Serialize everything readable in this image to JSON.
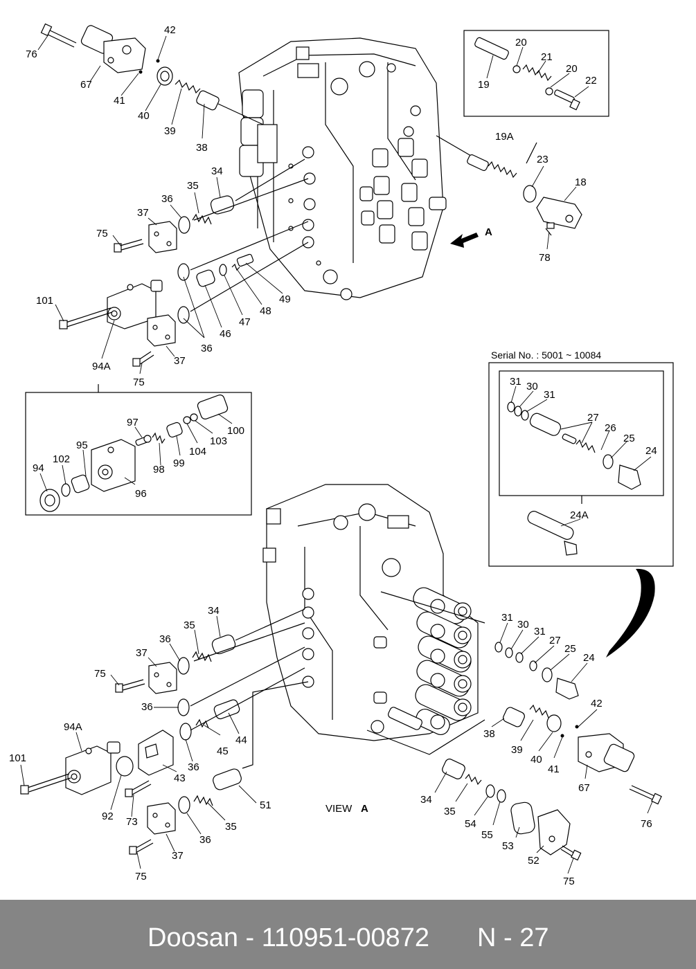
{
  "view_label": "VIEW",
  "view_letter": "A",
  "arrow_letter": "A",
  "serial_note": "Serial No. : 5001 ~ 10084",
  "footer": {
    "part_text": "Doosan - 110951-00872",
    "page_text": "N - 27"
  },
  "colors": {
    "footer_bg": "#858585",
    "footer_text": "#ffffff",
    "line": "#000000"
  },
  "callouts": {
    "c76a": "76",
    "c67a": "67",
    "c42a": "42",
    "c41a": "41",
    "c40a": "40",
    "c39a": "39",
    "c38a": "38",
    "c34a": "34",
    "c35a": "35",
    "c36a": "36",
    "c37a": "37",
    "c75a": "75",
    "c101a": "101",
    "c94Aa": "94A",
    "c36b": "36",
    "c37b": "37",
    "c75b": "75",
    "c46": "46",
    "c47": "47",
    "c48": "48",
    "c49": "49",
    "c20a": "20",
    "c21": "21",
    "c20b": "20",
    "c22": "22",
    "c19": "19",
    "c19A": "19A",
    "c23": "23",
    "c18": "18",
    "c78": "78",
    "c97": "97",
    "c95": "95",
    "c102": "102",
    "c94": "94",
    "c96": "96",
    "c98": "98",
    "c99": "99",
    "c104": "104",
    "c103": "103",
    "c100": "100",
    "c31a": "31",
    "c30a": "30",
    "c31b": "31",
    "c27a": "27",
    "c26": "26",
    "c25a": "25",
    "c24a": "24",
    "c24A": "24A",
    "c34b": "34",
    "c35b": "35",
    "c36c": "36",
    "c37c": "37",
    "c75c": "75",
    "c36d": "36",
    "c94Ab": "94A",
    "c101b": "101",
    "c45": "45",
    "c44": "44",
    "c36e": "36",
    "c43": "43",
    "c92": "92",
    "c73": "73",
    "c35c": "35",
    "c51": "51",
    "c36f": "36",
    "c37d": "37",
    "c75d": "75",
    "c31c": "31",
    "c30b": "30",
    "c31d": "31",
    "c27b": "27",
    "c25b": "25",
    "c24b": "24",
    "c42b": "42",
    "c38b": "38",
    "c39b": "39",
    "c40b": "40",
    "c41b": "41",
    "c67b": "67",
    "c76b": "76",
    "c34c": "34",
    "c35d": "35",
    "c54": "54",
    "c55": "55",
    "c53": "53",
    "c52": "52",
    "c75e": "75"
  }
}
